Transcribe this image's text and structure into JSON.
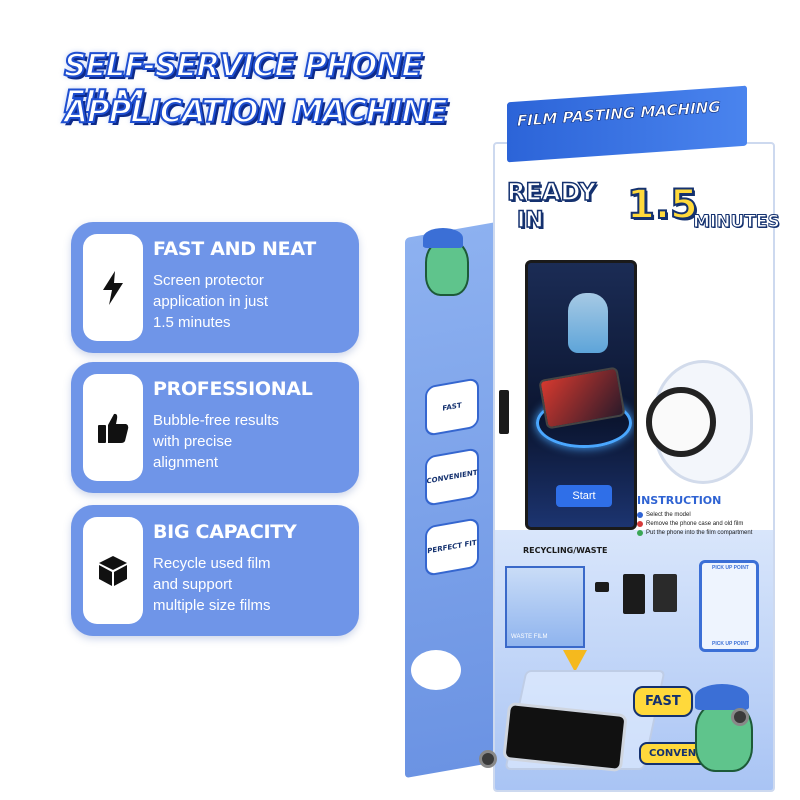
{
  "headline": {
    "line1": "SELF-SERVICE PHONE FILM",
    "line2": "APPLICATION MACHINE"
  },
  "features": [
    {
      "icon": "lightning-bolt-icon",
      "title": "FAST AND NEAT",
      "desc_lines": [
        "Screen protector",
        "application in just",
        "1.5 minutes"
      ]
    },
    {
      "icon": "thumbs-up-icon",
      "title": "PROFESSIONAL",
      "desc_lines": [
        "Bubble-free results",
        "with precise",
        "alignment"
      ]
    },
    {
      "icon": "box-cube-icon",
      "title": "BIG CAPACITY",
      "desc_lines": [
        "Recycle used film",
        "and support",
        "multiple size films"
      ]
    }
  ],
  "machine": {
    "sign": "FILM PASTING MACHING",
    "ready": {
      "w1": "READY",
      "w2": "IN",
      "num": "1.5",
      "w3": "MINUTES"
    },
    "start_label": "Start",
    "instruction_title": "INSTRUCTION",
    "instructions": [
      {
        "text": "Select the model",
        "color": "#2f63d3"
      },
      {
        "text": "Remove the phone case and old film",
        "color": "#d63a3a"
      },
      {
        "text": "Put the phone into the film compartment",
        "color": "#3aa655"
      }
    ],
    "recycle_label": "RECYCLING/WASTE",
    "waste_label": "WASTE FILM",
    "pickup_top": "PICK UP POINT",
    "pickup_bottom": "PICK UP POINT",
    "side_tags": [
      "FAST",
      "CONVENIENT",
      "PERFECT FIT"
    ],
    "bubble_fast": "FAST",
    "bubble_convenient": "CONVENIENT"
  },
  "colors": {
    "card": "#6f95e8",
    "headline_outline": "#1f4fd1",
    "accent_yellow": "#ffd93b",
    "machine_blue": "#3b6fd6"
  }
}
